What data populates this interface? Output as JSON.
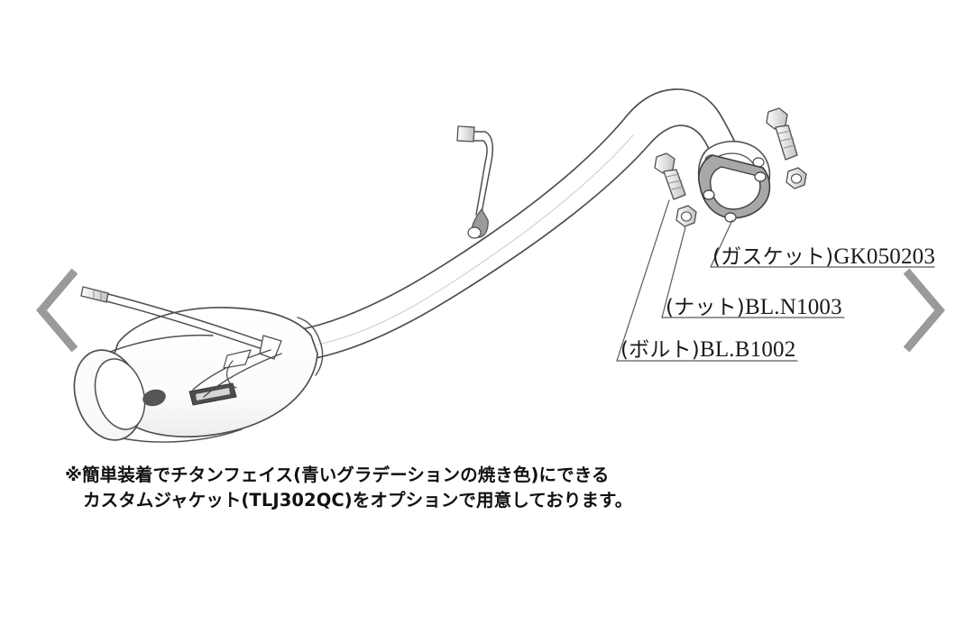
{
  "viewer": {
    "background_color": "#ffffff",
    "prev_arrow": {
      "icon": "chevron-left-icon",
      "color": "#9a9a9a"
    },
    "next_arrow": {
      "icon": "chevron-right-icon",
      "color": "#9a9a9a"
    }
  },
  "diagram": {
    "type": "technical-line-drawing",
    "subject": "automotive exhaust muffler system",
    "line_color": "#4a4a4a",
    "fill_color": "#ffffff",
    "shade_color": "#b9b9b9",
    "parts": [
      {
        "name": "tailpipe-tip",
        "description": "round exhaust tip with inner pipe"
      },
      {
        "name": "muffler-body",
        "description": "cylindrical silencer canister"
      },
      {
        "name": "brand-badge",
        "description": "oval logo plate on muffler body"
      },
      {
        "name": "muffler-hanger-rod",
        "description": "thin hanger rod from muffler"
      },
      {
        "name": "main-pipe",
        "description": "long bent exhaust pipe"
      },
      {
        "name": "mid-hanger-bracket",
        "description": "hanger bracket welded to pipe"
      },
      {
        "name": "flange",
        "description": "pipe end flange"
      },
      {
        "name": "gasket",
        "description": "exhaust gasket ring"
      },
      {
        "name": "bolt",
        "description": "hex flange bolt"
      },
      {
        "name": "nut",
        "description": "hex nut"
      }
    ]
  },
  "callouts": [
    {
      "id": "gasket",
      "part_label": "(ガスケット)",
      "part_number": "GK050203",
      "full_text": "(ガスケット)GK050203"
    },
    {
      "id": "nut",
      "part_label": "(ナット)",
      "part_number": "BL.N1003",
      "full_text": "(ナット)BL.N1003"
    },
    {
      "id": "bolt",
      "part_label": "(ボルト)",
      "part_number": "BL.B1002",
      "full_text": "(ボルト)BL.B1002"
    }
  ],
  "caption": {
    "line1": "※簡単装着でチタンフェイス(青いグラデーションの焼き色)にできる",
    "line2": "カスタムジャケット(TLJ302QC)をオプションで用意しております。",
    "option_part_number": "TLJ302QC"
  }
}
